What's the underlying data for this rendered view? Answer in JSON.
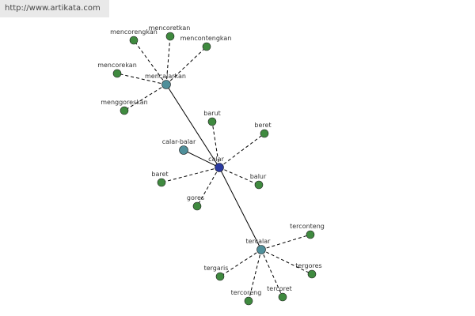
{
  "watermark": "http://www.artikata.com",
  "colors": {
    "center": "#2a3aa0",
    "hub": "#4f8f9a",
    "leaf": "#3f8a3f",
    "edge": "#000000",
    "dashed": "#000000"
  },
  "nodes": [
    {
      "id": "calar",
      "label": "calar",
      "type": "center"
    },
    {
      "id": "mencalarkan",
      "label": "mencalarkan",
      "type": "hub"
    },
    {
      "id": "tercalar",
      "label": "tercalar",
      "type": "hub"
    },
    {
      "id": "calar-balar",
      "label": "calar-balar",
      "type": "hub"
    },
    {
      "id": "mencorengkan",
      "label": "mencorengkan",
      "type": "leaf"
    },
    {
      "id": "mencoretkan",
      "label": "mencoretkan",
      "type": "leaf"
    },
    {
      "id": "mencontengkan",
      "label": "mencontengkan",
      "type": "leaf"
    },
    {
      "id": "mencorekan",
      "label": "mencorekan",
      "type": "leaf"
    },
    {
      "id": "menggoreskan",
      "label": "menggoreskan",
      "type": "leaf"
    },
    {
      "id": "barut",
      "label": "barut",
      "type": "leaf"
    },
    {
      "id": "beret",
      "label": "beret",
      "type": "leaf"
    },
    {
      "id": "baret",
      "label": "baret",
      "type": "leaf"
    },
    {
      "id": "balur",
      "label": "balur",
      "type": "leaf"
    },
    {
      "id": "gores",
      "label": "gores",
      "type": "leaf"
    },
    {
      "id": "terconteng",
      "label": "terconteng",
      "type": "leaf"
    },
    {
      "id": "tergaris",
      "label": "tergaris",
      "type": "leaf"
    },
    {
      "id": "tergores",
      "label": "tergores",
      "type": "leaf"
    },
    {
      "id": "tercoreng",
      "label": "tercoreng",
      "type": "leaf"
    },
    {
      "id": "tercoret",
      "label": "tercoret",
      "type": "leaf"
    }
  ],
  "edges": [
    {
      "from": "calar",
      "to": "mencalarkan",
      "style": "solid"
    },
    {
      "from": "calar",
      "to": "tercalar",
      "style": "solid"
    },
    {
      "from": "calar",
      "to": "calar-balar",
      "style": "solid"
    },
    {
      "from": "calar",
      "to": "barut",
      "style": "dashed"
    },
    {
      "from": "calar",
      "to": "beret",
      "style": "dashed"
    },
    {
      "from": "calar",
      "to": "baret",
      "style": "dashed"
    },
    {
      "from": "calar",
      "to": "balur",
      "style": "dashed"
    },
    {
      "from": "calar",
      "to": "gores",
      "style": "dashed"
    },
    {
      "from": "mencalarkan",
      "to": "mencorengkan",
      "style": "dashed"
    },
    {
      "from": "mencalarkan",
      "to": "mencoretkan",
      "style": "dashed"
    },
    {
      "from": "mencalarkan",
      "to": "mencontengkan",
      "style": "dashed"
    },
    {
      "from": "mencalarkan",
      "to": "mencorekan",
      "style": "dashed"
    },
    {
      "from": "mencalarkan",
      "to": "menggoreskan",
      "style": "dashed"
    },
    {
      "from": "tercalar",
      "to": "terconteng",
      "style": "dashed"
    },
    {
      "from": "tercalar",
      "to": "tergaris",
      "style": "dashed"
    },
    {
      "from": "tercalar",
      "to": "tergores",
      "style": "dashed"
    },
    {
      "from": "tercalar",
      "to": "tercoreng",
      "style": "dashed"
    },
    {
      "from": "tercalar",
      "to": "tercoret",
      "style": "dashed"
    }
  ]
}
